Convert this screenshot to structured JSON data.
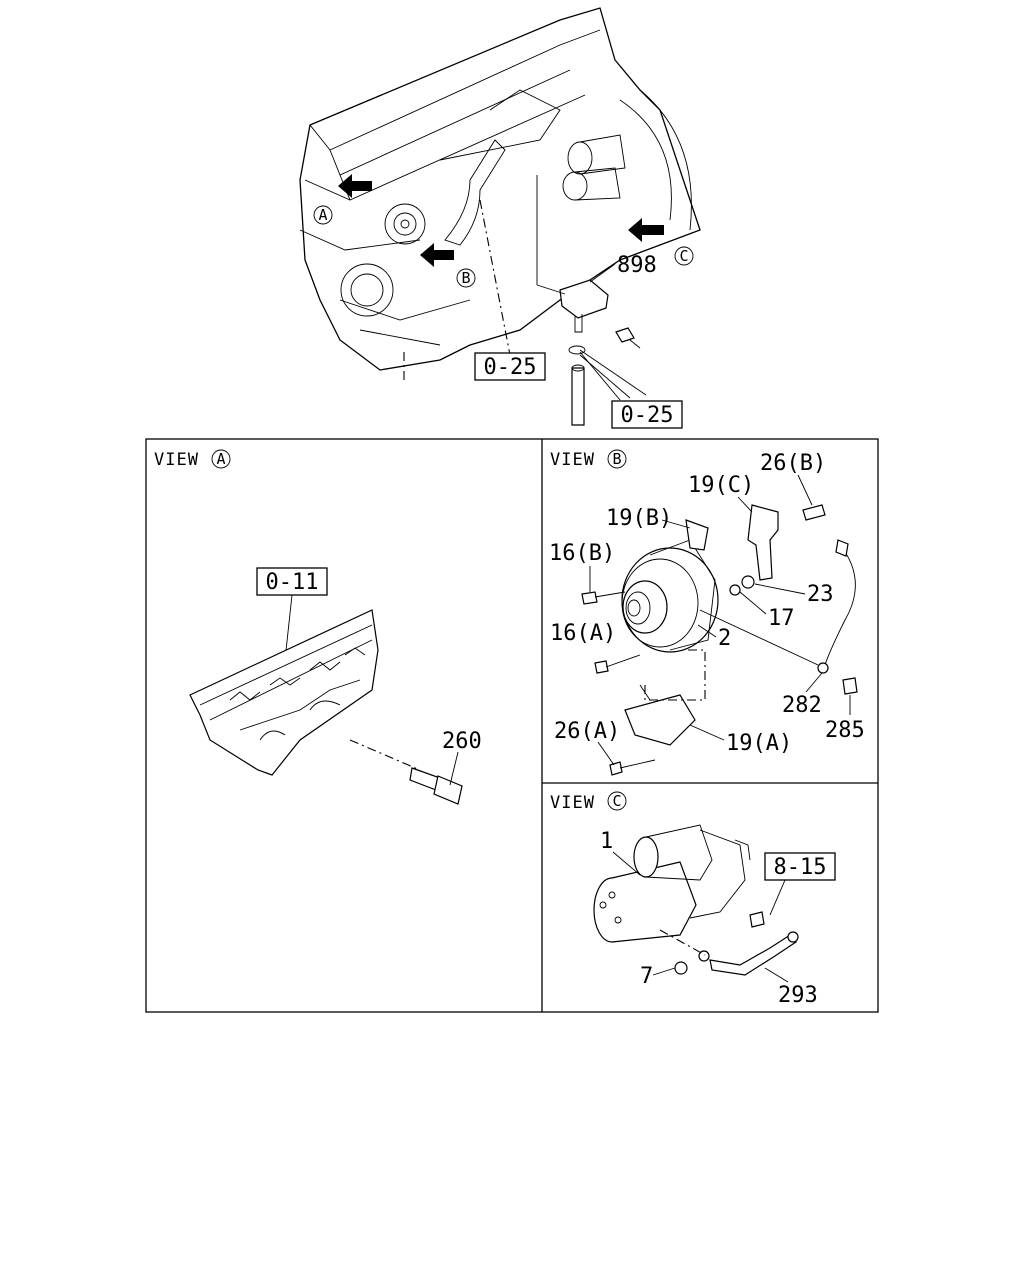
{
  "callouts": {
    "c898": "898",
    "ref_025_a": "0-25",
    "ref_025_b": "0-25",
    "ref_011": "0-11",
    "c260": "260",
    "c26b": "26(B)",
    "c19c": "19(C)",
    "c19b": "19(B)",
    "c16b": "16(B)",
    "c23": "23",
    "c17": "17",
    "c16a": "16(A)",
    "c2": "2",
    "c282": "282",
    "c285": "285",
    "c26a": "26(A)",
    "c19a": "19(A)",
    "c1": "1",
    "ref_815": "8-15",
    "c7": "7",
    "c293": "293"
  },
  "markers": {
    "a": "A",
    "b": "B",
    "c": "C"
  },
  "views": {
    "view_word": "VIEW",
    "a": "A",
    "b": "B",
    "c": "C"
  }
}
